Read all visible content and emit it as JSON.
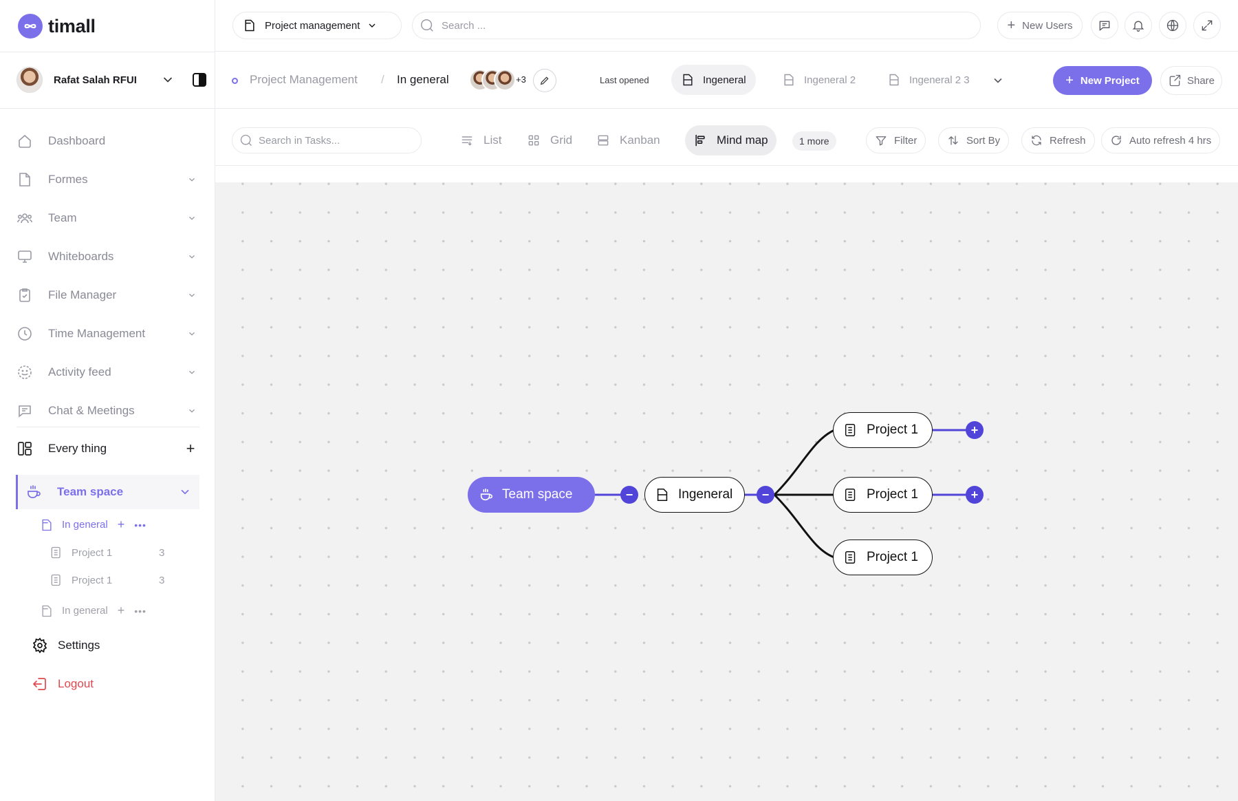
{
  "app": {
    "name": "timall",
    "accent": "#7b70ea",
    "accent_dark": "#5144d8"
  },
  "sidebar": {
    "user": {
      "name": "Rafat Salah RFUI"
    },
    "nav": [
      {
        "label": "Dashboard",
        "icon": "home-icon",
        "has_chevron": false
      },
      {
        "label": "Formes",
        "icon": "file-icon",
        "has_chevron": true
      },
      {
        "label": "Team",
        "icon": "team-icon",
        "has_chevron": true
      },
      {
        "label": "Whiteboards",
        "icon": "monitor-icon",
        "has_chevron": true
      },
      {
        "label": "File Manager",
        "icon": "clipboard-check-icon",
        "has_chevron": true
      },
      {
        "label": "Time Management",
        "icon": "clock-icon",
        "has_chevron": true
      },
      {
        "label": "Activity feed",
        "icon": "smiley-icon",
        "has_chevron": true
      },
      {
        "label": "Chat & Meetings",
        "icon": "chat-icon",
        "has_chevron": true
      }
    ],
    "every_thing": {
      "label": "Every thing",
      "add": "+"
    },
    "team_space": {
      "label": "Team space"
    },
    "tree": [
      {
        "label": "In general",
        "level": 1,
        "active": true,
        "add": "+",
        "more": "•••"
      },
      {
        "label": "Project 1",
        "level": 2,
        "count": "3"
      },
      {
        "label": "Project 1",
        "level": 2,
        "count": "3"
      },
      {
        "label": "In general",
        "level": 1,
        "active": false,
        "add": "+",
        "more": "•••"
      }
    ],
    "settings": "Settings",
    "logout": "Logout"
  },
  "topbar": {
    "workspace_select": "Project management",
    "search_placeholder": "Search ...",
    "new_users": "New Users",
    "new_users_plus": "+"
  },
  "pagebar": {
    "breadcrumb_root": "Project Management",
    "breadcrumb_sep": "/",
    "breadcrumb_current": "In general",
    "members_more": "+3",
    "last_opened_label": "Last opened",
    "tabs": [
      {
        "label": "Ingeneral",
        "active": true
      },
      {
        "label": "Ingeneral 2",
        "active": false
      },
      {
        "label": "Ingeneral 2 3",
        "active": false
      }
    ],
    "new_project": "New Project",
    "new_project_plus": "+",
    "share": "Share"
  },
  "toolbar": {
    "search_placeholder": "Search in Tasks...",
    "views": [
      {
        "label": "List",
        "active": false
      },
      {
        "label": "Grid",
        "active": false
      },
      {
        "label": "Kanban",
        "active": false
      },
      {
        "label": "Mind map",
        "active": true
      }
    ],
    "more_views": "1 more",
    "filter": "Filter",
    "sort_by": "Sort By",
    "refresh": "Refresh",
    "auto_refresh": "Auto refresh 4 hrs"
  },
  "mindmap": {
    "root": "Team space",
    "middle": "Ingeneral",
    "children": [
      "Project 1",
      "Project 1",
      "Project 1"
    ],
    "collapse_symbol": "−",
    "expand_symbol": "+"
  }
}
